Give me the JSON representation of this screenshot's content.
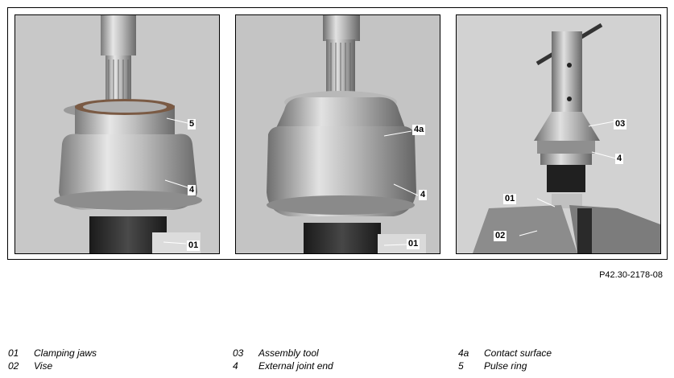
{
  "figure": {
    "panels": [
      {
        "callouts": [
          {
            "id": "c5",
            "text": "5"
          },
          {
            "id": "c4",
            "text": "4"
          },
          {
            "id": "c01",
            "text": "01"
          }
        ]
      },
      {
        "callouts": [
          {
            "id": "c4a",
            "text": "4a"
          },
          {
            "id": "c4",
            "text": "4"
          },
          {
            "id": "c01",
            "text": "01"
          }
        ]
      },
      {
        "callouts": [
          {
            "id": "c03",
            "text": "03"
          },
          {
            "id": "c4",
            "text": "4"
          },
          {
            "id": "c01",
            "text": "01"
          },
          {
            "id": "c02",
            "text": "02"
          }
        ]
      }
    ],
    "reference_code": "P42.30-2178-08"
  },
  "legend": [
    {
      "num": "01",
      "text": "Clamping jaws"
    },
    {
      "num": "02",
      "text": "Vise"
    },
    {
      "num": "03",
      "text": "Assembly tool"
    },
    {
      "num": "4",
      "text": "External joint end"
    },
    {
      "num": "4a",
      "text": "Contact surface"
    },
    {
      "num": "5",
      "text": "Pulse ring"
    }
  ]
}
